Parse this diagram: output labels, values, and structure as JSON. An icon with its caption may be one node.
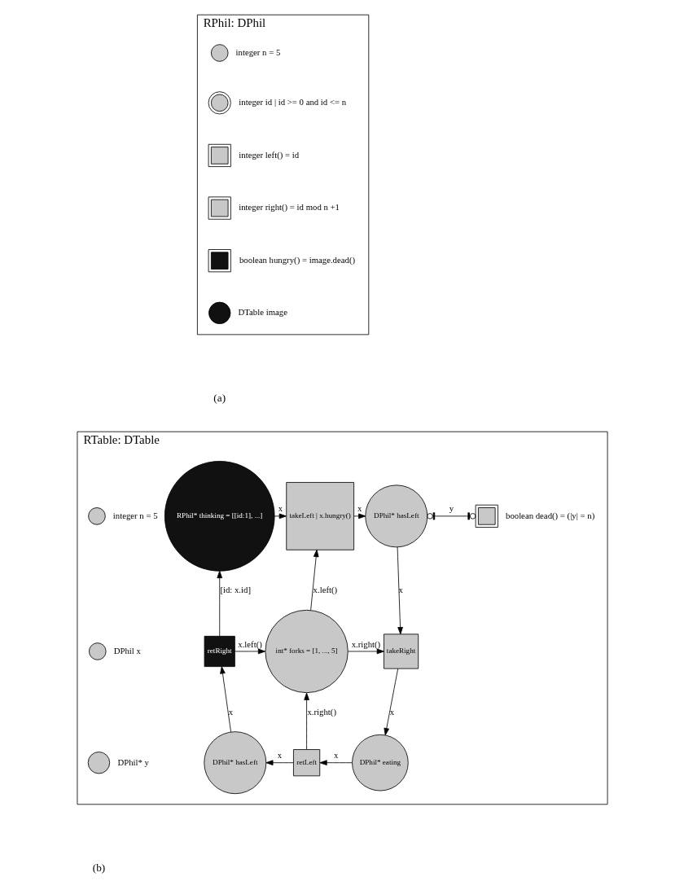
{
  "diagram": {
    "nodes": [
      {
        "text": [
          "RPhil: DPhil"
        ]
      },
      {
        "text": [],
        "shape": "circle",
        "in": 0,
        "beside": [
          "integer n = 5"
        ]
      },
      {
        "text": [],
        "shape": "circle",
        "in": 0,
        "beside": [
          "integer id | id >= 0 and id <= n"
        ]
      },
      {
        "text": [],
        "shape": "box",
        "in": 0,
        "beside": [
          "integer left() = id"
        ]
      },
      {
        "text": [],
        "shape": "box",
        "in": 0,
        "beside": [
          "integer right() = id mod n +1"
        ]
      },
      {
        "text": [],
        "shape": "box",
        "in": 0,
        "beside": [
          "boolean hungry() = image.dead()"
        ]
      },
      {
        "text": [],
        "shape": "circle",
        "in": 0,
        "beside": [
          "DTable image"
        ]
      },
      {
        "text": [
          "RTable: DTable"
        ]
      },
      {
        "text": [
          "RPhil* thinking = [[id:1], ...]"
        ],
        "in": 7
      },
      {
        "text": [
          "takeLeft | x.hungry()"
        ],
        "in": 7
      },
      {
        "text": [
          "DPhil* hasLeft"
        ],
        "in": 7
      },
      {
        "text": [],
        "shape": "box",
        "in": 7,
        "beside": [
          "boolean dead() = (|y| = n)"
        ]
      },
      {
        "text": [
          "retRight"
        ],
        "in": 7
      },
      {
        "text": [
          "int* forks = [1, ..., 5]"
        ],
        "in": 7
      },
      {
        "text": [
          "takeRight"
        ],
        "in": 7
      },
      {
        "text": [
          "DPhil* hasLeft"
        ],
        "in": 7
      },
      {
        "text": [
          "retLeft"
        ],
        "in": 7
      },
      {
        "text": [
          "DPhil* eating"
        ],
        "in": 7
      },
      {
        "text": [],
        "shape": "circle",
        "in": 7,
        "beside": [
          "integer n = 5"
        ]
      },
      {
        "text": [],
        "shape": "circle",
        "in": 7,
        "beside": [
          "DPhil x"
        ]
      },
      {
        "text": [],
        "shape": "circle",
        "in": 7,
        "beside": [
          "DPhil* y"
        ]
      }
    ],
    "edges": [
      {
        "from": 8,
        "to": 9,
        "arrow": "to",
        "label": "x"
      },
      {
        "from": 9,
        "to": 10,
        "arrow": "to",
        "label": "x"
      },
      {
        "from": 10,
        "to": 11,
        "arrow": "other",
        "label": "y"
      },
      {
        "from": 10,
        "to": 14,
        "arrow": "to",
        "label": "x"
      },
      {
        "from": 12,
        "to": 8,
        "arrow": "to",
        "label": "[id: x.id]"
      },
      {
        "from": 13,
        "to": 9,
        "arrow": "to",
        "label": "x.left()"
      },
      {
        "from": 12,
        "to": 13,
        "arrow": "to",
        "label": "x.left()"
      },
      {
        "from": 13,
        "to": 14,
        "arrow": "to",
        "label": "x.right()"
      },
      {
        "from": 14,
        "to": 17,
        "arrow": "to",
        "label": "x"
      },
      {
        "from": 15,
        "to": 12,
        "arrow": "to",
        "label": "x"
      },
      {
        "from": 16,
        "to": 13,
        "arrow": "to",
        "label": "x.right()"
      },
      {
        "from": 16,
        "to": 15,
        "arrow": "to",
        "label": "x"
      },
      {
        "from": 17,
        "to": 16,
        "arrow": "to",
        "label": "x"
      }
    ],
    "labels": [
      "(a)",
      "(b)"
    ]
  }
}
